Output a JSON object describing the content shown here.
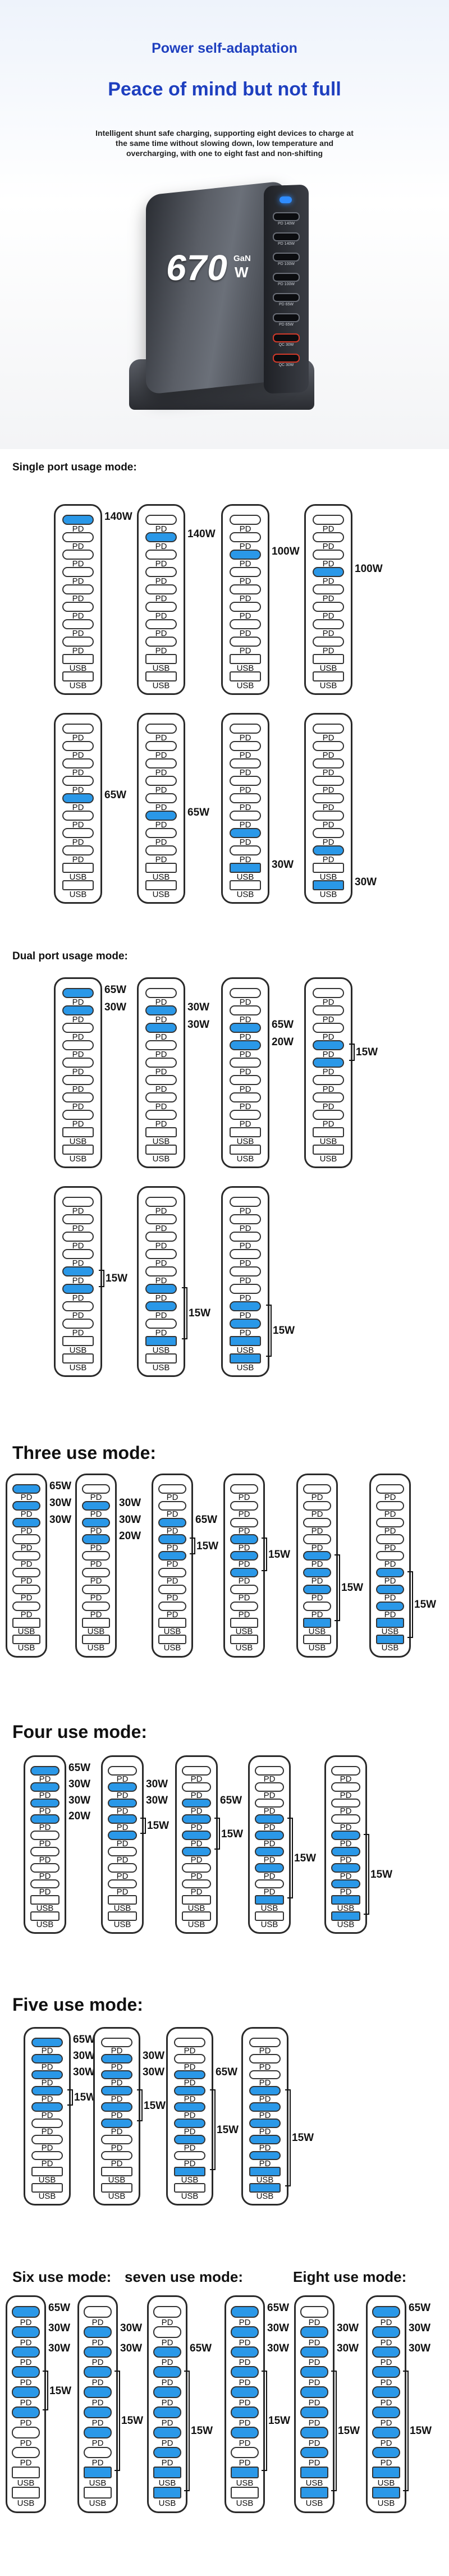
{
  "hero": {
    "title1": "Power self-adaptation",
    "title2": "Peace of mind but not full",
    "subtitle": "Intelligent shunt safe charging, supporting eight devices to charge at the same time without slowing down, low temperature and overcharging, with one to eight fast and non-shifting",
    "product_power": "670",
    "product_gan": "GaN",
    "product_w": "W",
    "port_labels": [
      "PD 140W",
      "PD 140W",
      "PD 100W",
      "PD 100W",
      "PD 65W",
      "PD 65W",
      "QC 30W",
      "QC 30W"
    ]
  },
  "port_labels": {
    "pd": "PD",
    "usb": "USB"
  },
  "sections": {
    "single": "Single port usage mode:",
    "dual": "Dual port usage mode:",
    "three": "Three use mode:",
    "four": "Four use mode:",
    "five": "Five use mode:",
    "six": "Six use mode:",
    "seven": "seven use mode:",
    "eight": "Eight use mode:"
  },
  "groups": [
    {
      "units": [
        {
          "labels": [
            "140W"
          ],
          "on": [
            0
          ]
        },
        {
          "labels": [
            "140W"
          ],
          "on": [
            1
          ]
        },
        {
          "labels": [
            "100W"
          ],
          "on": [
            2
          ]
        },
        {
          "labels": [
            "100W"
          ],
          "on": [
            3
          ]
        }
      ]
    },
    {
      "units": [
        {
          "labels": [
            "65W"
          ],
          "on": [
            4
          ]
        },
        {
          "labels": [
            "65W"
          ],
          "on": [
            5
          ]
        },
        {
          "labels": [
            "30W"
          ],
          "on": [
            6
          ]
        },
        {
          "labels": [
            "30W"
          ],
          "on": [
            7
          ]
        }
      ]
    },
    {
      "units": [
        {
          "labels": [
            "65W",
            "30W"
          ],
          "on": [
            0,
            1
          ]
        },
        {
          "labels": [
            "30W",
            "30W"
          ],
          "on": [
            1,
            2
          ]
        },
        {
          "labels": [
            "65W",
            "20W"
          ],
          "on": [
            2,
            3
          ]
        },
        {
          "labels": [
            "15W"
          ],
          "on": [
            3,
            4
          ],
          "bracket": [
            3,
            4
          ]
        }
      ]
    },
    {
      "units": [
        {
          "labels": [
            "15W"
          ],
          "on": [
            4,
            5
          ],
          "bracket": [
            4,
            5
          ]
        },
        {
          "labels": [
            "15W"
          ],
          "on": [
            5,
            6
          ],
          "bracket": [
            5,
            6
          ]
        },
        {
          "labels": [
            "15W"
          ],
          "on": [
            6,
            7
          ],
          "bracket": [
            6,
            7
          ]
        }
      ]
    },
    {
      "units": [
        {
          "labels": [
            "65W",
            "30W",
            "30W"
          ],
          "on": [
            0,
            1,
            2
          ]
        },
        {
          "labels": [
            "30W",
            "30W",
            "20W"
          ],
          "on": [
            1,
            2,
            3
          ]
        },
        {
          "labels": [
            "65W",
            "15W"
          ],
          "on": [
            2,
            3,
            4
          ],
          "bracket": [
            3,
            4
          ]
        },
        {
          "labels": [
            "15W"
          ],
          "on": [
            3,
            4,
            5
          ],
          "bracket": [
            3,
            5
          ]
        },
        {
          "labels": [
            "15W"
          ],
          "on": [
            4,
            5,
            6
          ],
          "bracket": [
            4,
            6
          ]
        },
        {
          "labels": [
            "15W"
          ],
          "on": [
            5,
            6,
            7
          ],
          "bracket": [
            5,
            7
          ]
        }
      ]
    },
    {
      "units": [
        {
          "labels": [
            "65W",
            "30W",
            "30W",
            "20W"
          ],
          "on": [
            0,
            1,
            2,
            3
          ]
        },
        {
          "labels": [
            "30W",
            "30W",
            "15W"
          ],
          "on": [
            1,
            2,
            3,
            4
          ],
          "bracket": [
            3,
            4
          ]
        },
        {
          "labels": [
            "65W",
            "15W"
          ],
          "on": [
            2,
            3,
            4,
            5
          ],
          "bracket": [
            3,
            5
          ]
        },
        {
          "labels": [
            "15W"
          ],
          "on": [
            3,
            4,
            5,
            6
          ],
          "bracket": [
            3,
            6
          ]
        },
        {
          "labels": [
            "15W"
          ],
          "on": [
            4,
            5,
            6,
            7
          ],
          "bracket": [
            4,
            7
          ]
        }
      ]
    },
    {
      "units": [
        {
          "labels": [
            "65W",
            "30W",
            "30W",
            "15W"
          ],
          "on": [
            0,
            1,
            2,
            3,
            4
          ],
          "bracket": [
            3,
            4
          ]
        },
        {
          "labels": [
            "30W",
            "30W",
            "15W"
          ],
          "on": [
            1,
            2,
            3,
            4,
            5
          ],
          "bracket": [
            3,
            5
          ]
        },
        {
          "labels": [
            "65W",
            "15W"
          ],
          "on": [
            2,
            3,
            4,
            5,
            6
          ],
          "bracket": [
            3,
            6
          ]
        },
        {
          "labels": [
            "15W"
          ],
          "on": [
            3,
            4,
            5,
            6,
            7
          ],
          "bracket": [
            3,
            7
          ]
        }
      ]
    },
    {
      "units": [
        {
          "labels": [
            "65W",
            "30W",
            "30W",
            "15W"
          ],
          "on": [
            0,
            1,
            2,
            3,
            4,
            5
          ],
          "bracket": [
            3,
            5
          ]
        },
        {
          "labels": [
            "30W",
            "30W",
            "15W"
          ],
          "on": [
            1,
            2,
            3,
            4,
            5,
            6
          ],
          "bracket": [
            3,
            6
          ]
        },
        {
          "labels": [
            "65W",
            "15W"
          ],
          "on": [
            2,
            3,
            4,
            5,
            6,
            7
          ],
          "bracket": [
            3,
            7
          ]
        },
        {
          "labels": [
            "65W",
            "30W",
            "30W",
            "15W"
          ],
          "on": [
            0,
            1,
            2,
            3,
            4,
            5,
            6
          ],
          "bracket": [
            3,
            6
          ]
        },
        {
          "labels": [
            "30W",
            "30W",
            "15W"
          ],
          "on": [
            1,
            2,
            3,
            4,
            5,
            6,
            7
          ],
          "bracket": [
            3,
            7
          ]
        },
        {
          "labels": [
            "65W",
            "30W",
            "30W",
            "15W"
          ],
          "on": [
            0,
            1,
            2,
            3,
            4,
            5,
            6,
            7
          ],
          "bracket": [
            3,
            7
          ]
        }
      ]
    }
  ]
}
